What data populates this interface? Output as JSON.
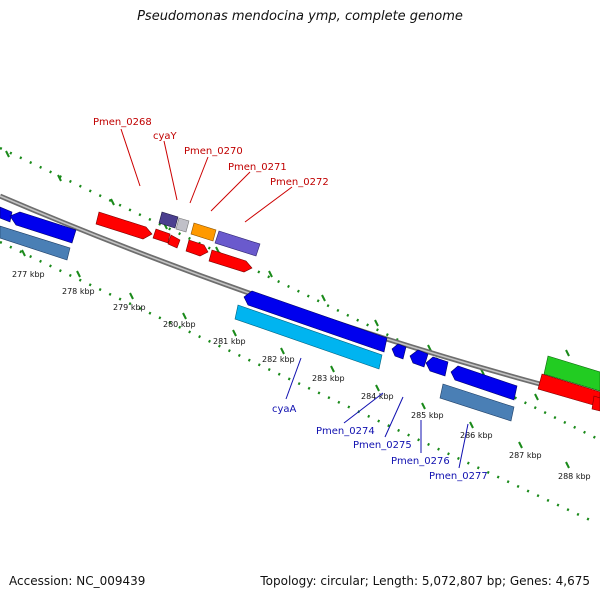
{
  "title": "Pseudomonas mendocina ymp, complete genome",
  "footer": {
    "accession": "Accession: NC_009439",
    "summary": "Topology: circular; Length: 5,072,807 bp; Genes: 4,675"
  },
  "colors": {
    "backbone": "#8a8a8a",
    "tick": "#1a8a1a",
    "label_top": "#c00000",
    "label_bottom": "#1010b0",
    "forward_red": "#ff0000",
    "blue": "#0000ee",
    "light_blue": "#00b4f0",
    "steel_blue": "#4a7fb5",
    "purple": "#6a5acd",
    "dark_purple": "#4b3f8f",
    "orange": "#ff9900",
    "green": "#22cc22",
    "gray_gene": "#c0c0c8"
  },
  "axis": {
    "unit": "kbp",
    "ticks": [
      {
        "value": 277,
        "label": "277 kbp"
      },
      {
        "value": 278,
        "label": "278 kbp"
      },
      {
        "value": 279,
        "label": "279 kbp"
      },
      {
        "value": 280,
        "label": "280 kbp"
      },
      {
        "value": 281,
        "label": "281 kbp"
      },
      {
        "value": 282,
        "label": "282 kbp"
      },
      {
        "value": 283,
        "label": "283 kbp"
      },
      {
        "value": 284,
        "label": "284 kbp"
      },
      {
        "value": 285,
        "label": "285 kbp"
      },
      {
        "value": 286,
        "label": "286 kbp"
      },
      {
        "value": 287,
        "label": "287 kbp"
      },
      {
        "value": 288,
        "label": "288 kbp"
      }
    ]
  },
  "labels_top": [
    "Pmen_0268",
    "cyaY",
    "Pmen_0270",
    "Pmen_0271",
    "Pmen_0272"
  ],
  "labels_bottom": [
    "cyaA",
    "Pmen_0274",
    "Pmen_0275",
    "Pmen_0276",
    "Pmen_0277"
  ]
}
